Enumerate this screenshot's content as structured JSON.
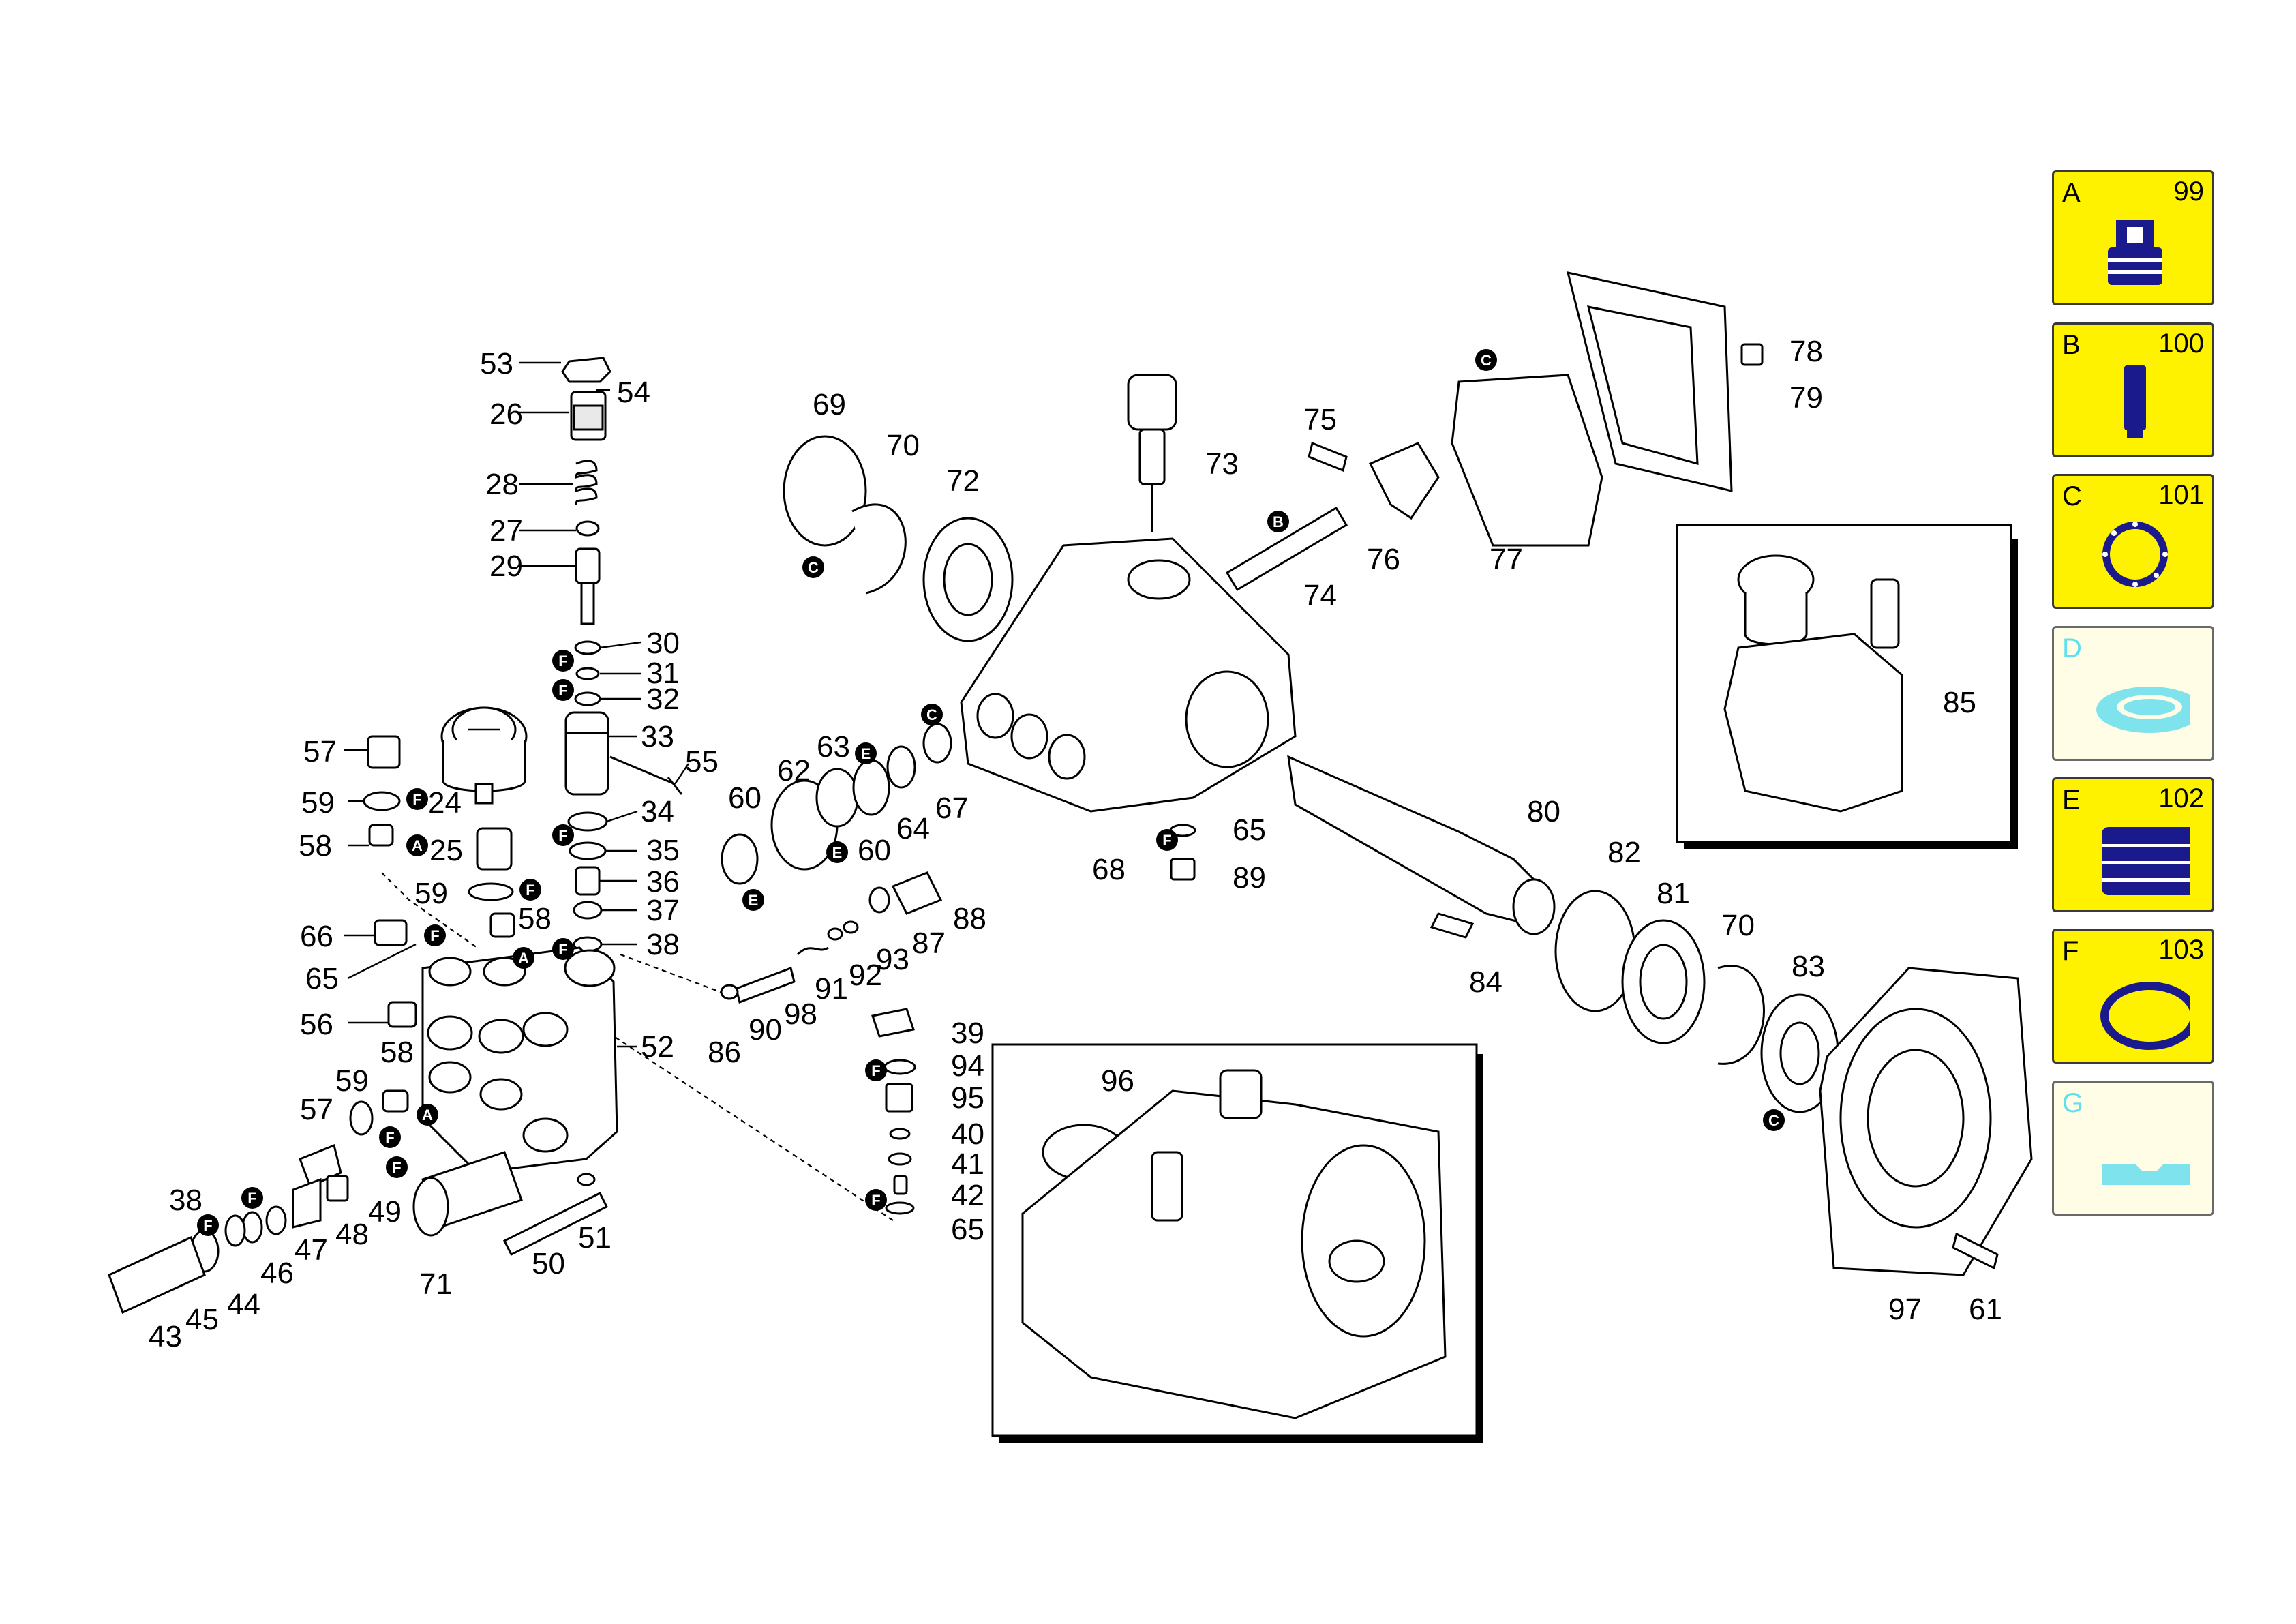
{
  "callouts": {
    "c26": "26",
    "c27": "27",
    "c28": "28",
    "c29": "29",
    "c30": "30",
    "c31": "31",
    "c32": "32",
    "c33": "33",
    "c34": "34",
    "c35": "35",
    "c36": "36",
    "c37": "37",
    "c38a": "38",
    "c38b": "38",
    "c39": "39",
    "c40": "40",
    "c41": "41",
    "c42": "42",
    "c43": "43",
    "c44": "44",
    "c45": "45",
    "c46": "46",
    "c47": "47",
    "c48": "48",
    "c49": "49",
    "c50": "50",
    "c51": "51",
    "c52": "52",
    "c53": "53",
    "c54": "54",
    "c55": "55",
    "c56": "56",
    "c57a": "57",
    "c57b": "57",
    "c58a": "58",
    "c58b": "58",
    "c58c": "58",
    "c59a": "59",
    "c59b": "59",
    "c59c": "59",
    "c24": "24",
    "c25": "25",
    "c60a": "60",
    "c60b": "60",
    "c61": "61",
    "c62": "62",
    "c63": "63",
    "c64": "64",
    "c65a": "65",
    "c65b": "65",
    "c65c": "65",
    "c66": "66",
    "c67": "67",
    "c68": "68",
    "c69": "69",
    "c70a": "70",
    "c70b": "70",
    "c71": "71",
    "c72": "72",
    "c73": "73",
    "c74": "74",
    "c75": "75",
    "c76": "76",
    "c77": "77",
    "c78": "78",
    "c79": "79",
    "c80": "80",
    "c81": "81",
    "c82": "82",
    "c83": "83",
    "c84": "84",
    "c85": "85",
    "c86": "86",
    "c87": "87",
    "c88": "88",
    "c89": "89",
    "c90": "90",
    "c91": "91",
    "c92": "92",
    "c93": "93",
    "c94": "94",
    "c95": "95",
    "c96": "96",
    "c97": "97",
    "c98": "98"
  },
  "badges": {
    "a": "A",
    "b": "B",
    "c": "C",
    "e": "E",
    "f": "F"
  },
  "kits": [
    {
      "letter": "A",
      "code": "99",
      "active": true,
      "icon": "valve-cage-icon",
      "color": "#1a1a8c"
    },
    {
      "letter": "B",
      "code": "100",
      "active": true,
      "icon": "piston-icon",
      "color": "#1a1a8c"
    },
    {
      "letter": "C",
      "code": "101",
      "active": true,
      "icon": "gasket-ring-icon",
      "color": "#1a1a8c"
    },
    {
      "letter": "D",
      "code": "",
      "active": false,
      "icon": "oil-seal-icon",
      "color": "#7fe3ee"
    },
    {
      "letter": "E",
      "code": "102",
      "active": true,
      "icon": "seal-pack-icon",
      "color": "#1a1a8c"
    },
    {
      "letter": "F",
      "code": "103",
      "active": true,
      "icon": "o-ring-icon",
      "color": "#1a1a8c"
    },
    {
      "letter": "G",
      "code": "",
      "active": false,
      "icon": "key-icon",
      "color": "#7fe3ee"
    }
  ],
  "colors": {
    "kit_bg": "#fff200",
    "kit_bg_inactive": "#fffde6",
    "icon_fill": "#1a1a8c",
    "icon_inactive": "#7fe3ee"
  }
}
